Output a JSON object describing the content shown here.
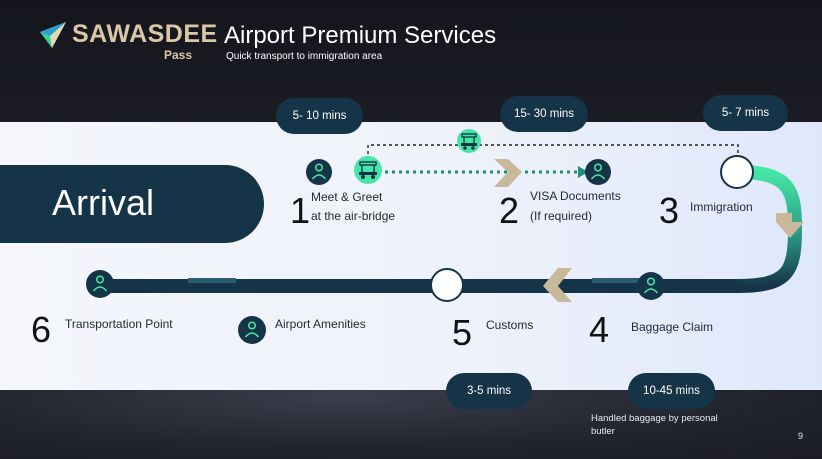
{
  "header": {
    "brand": "SAWASDEE",
    "brand_sub": "Pass",
    "title": "Airport Premium Services",
    "subtitle": "Quick transport to immigration area"
  },
  "arrival": {
    "label": "Arrival"
  },
  "durations": {
    "meet_greet": "5- 10 mins",
    "visa": "15- 30 mins",
    "immigration": "5- 7 mins",
    "customs": "3-5 mins",
    "baggage": "10-45 mins"
  },
  "steps": [
    {
      "num": "1",
      "label_line1": "Meet & Greet",
      "label_line2": "at the air-bridge"
    },
    {
      "num": "2",
      "label_line1": "VISA Documents",
      "label_line2": "(If required)"
    },
    {
      "num": "3",
      "label_line1": "Immigration"
    },
    {
      "num": "4",
      "label_line1": "Baggage Claim"
    },
    {
      "num": "5",
      "label_line1": "Customs"
    },
    {
      "num": "6",
      "label_line1": "Transportation Point"
    }
  ],
  "amenities_label": "Airport Amenities",
  "baggage_note_line1": "Handled baggage  by personal",
  "baggage_note_line2": "butler",
  "page_number": "9",
  "icons": [
    "logo-mark-icon",
    "person-icon",
    "golf-cart-icon",
    "chevron-right-icon",
    "chevron-down-icon",
    "chevron-left-icon"
  ],
  "colors": {
    "navy": "#163448",
    "green": "#3fe0a0",
    "gold": "#c8b99a",
    "dark_bg": "#15161d"
  }
}
